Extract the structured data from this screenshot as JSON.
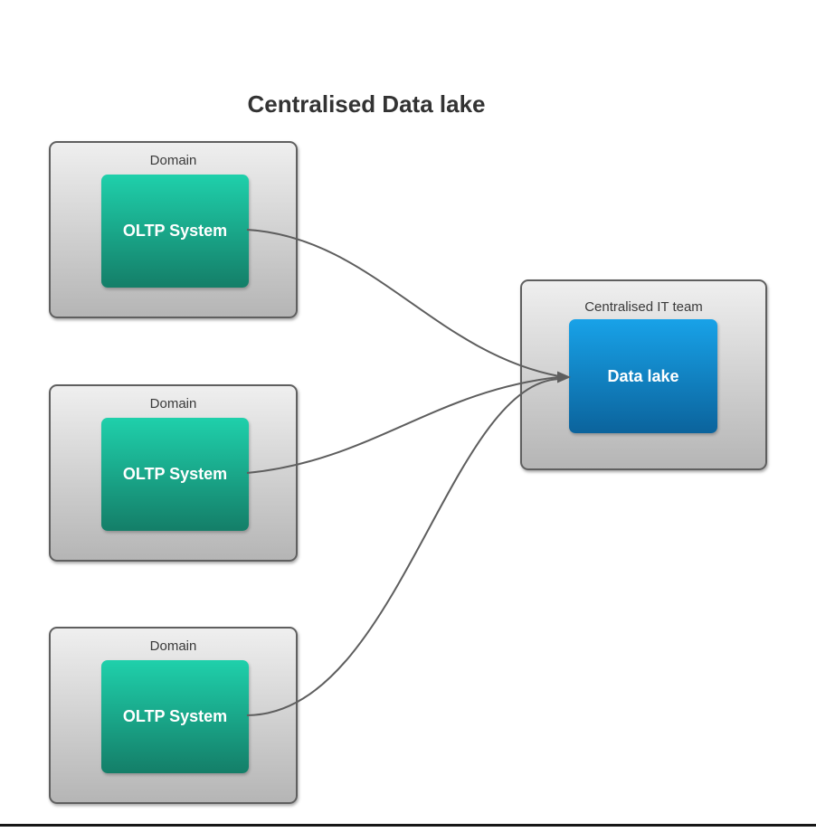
{
  "title": "Centralised Data lake",
  "domains": [
    {
      "label": "Domain",
      "system": "OLTP System"
    },
    {
      "label": "Domain",
      "system": "OLTP System"
    },
    {
      "label": "Domain",
      "system": "OLTP System"
    }
  ],
  "central": {
    "label": "Centralised IT team",
    "system": "Data lake"
  },
  "colors": {
    "green-top": "#1fd0ab",
    "green-bottom": "#147e68",
    "blue-top": "#18a2e8",
    "blue-bottom": "#0b639c",
    "gray-top": "#efefef",
    "gray-bottom": "#b5b5b5",
    "box-border": "#5f5f5f",
    "connector": "#5e5e5e",
    "title-text": "#333333",
    "label-text": "#3a3a3a",
    "system-text": "#ffffff",
    "page-line": "#161616"
  }
}
